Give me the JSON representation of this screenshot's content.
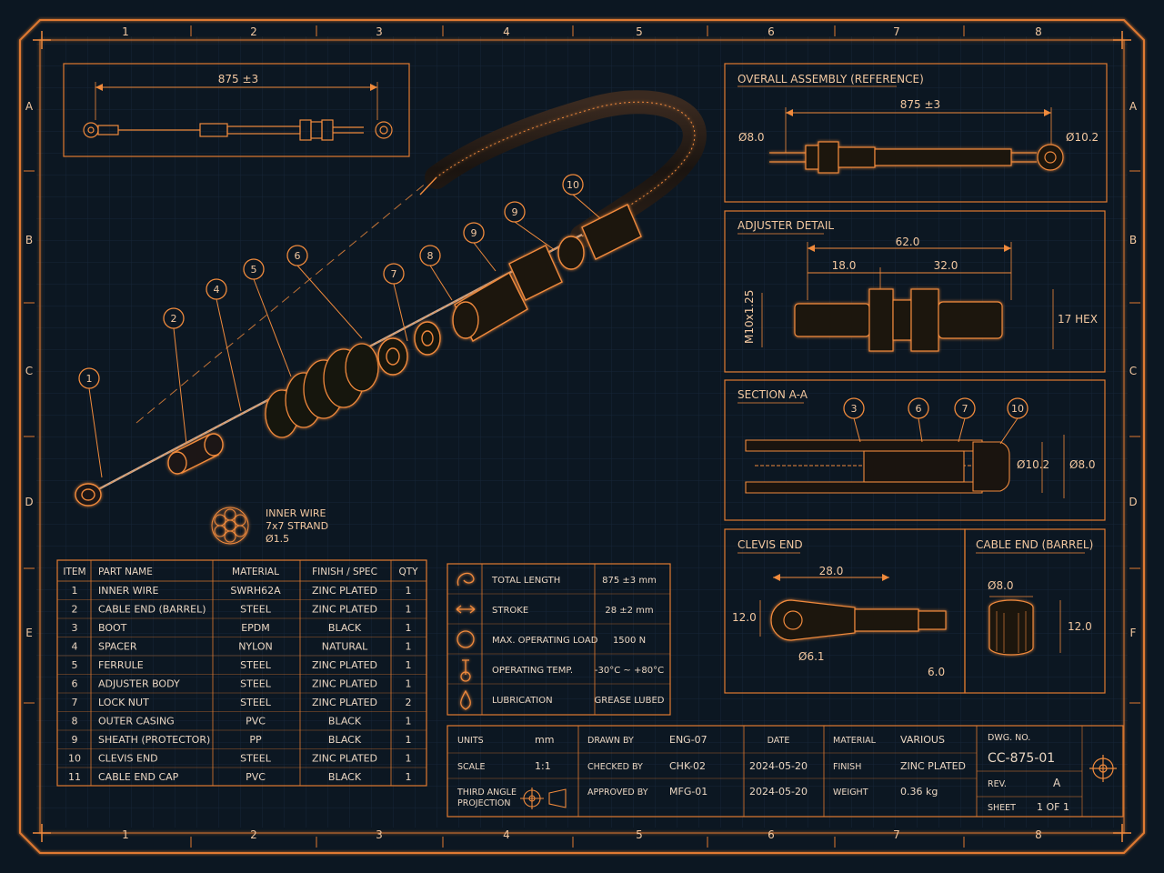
{
  "border": {
    "columns": [
      "1",
      "2",
      "3",
      "4",
      "5",
      "6",
      "7",
      "8"
    ],
    "rows_left": [
      "A",
      "B",
      "C",
      "D",
      "E"
    ],
    "rows_right": [
      "A",
      "B",
      "C",
      "D",
      "F"
    ]
  },
  "main_view": {
    "top_overview_dimension": "875 ±3",
    "balloons": [
      "1",
      "2",
      "4",
      "5",
      "6",
      "7",
      "8",
      "9",
      "9",
      "10"
    ],
    "inner_wire_note": [
      "INNER WIRE",
      "7x7 STRAND",
      "Ø1.5"
    ]
  },
  "overall_assembly": {
    "title": "OVERALL ASSEMBLY (REFERENCE)",
    "length": "875 ±3",
    "left_dia": "Ø8.0",
    "right_dia": "Ø10.2"
  },
  "adjuster_detail": {
    "title": "ADJUSTER DETAIL",
    "overall": "62.0",
    "left": "18.0",
    "right": "32.0",
    "thread": "M10x1.25",
    "hex": "17 HEX"
  },
  "section": {
    "title": "SECTION A-A",
    "balloons": [
      "3",
      "6",
      "7",
      "10"
    ],
    "inner_dia": "Ø10.2",
    "outer_dia": "Ø8.0"
  },
  "clevis": {
    "title": "CLEVIS END",
    "length": "28.0",
    "height": "12.0",
    "hole": "Ø6.1",
    "tip": "6.0"
  },
  "cable_end": {
    "title": "CABLE END (BARREL)",
    "dia": "Ø8.0",
    "length": "12.0"
  },
  "bom": {
    "headers": [
      "ITEM",
      "PART NAME",
      "MATERIAL",
      "FINISH / SPEC",
      "QTY"
    ],
    "rows": [
      [
        "1",
        "INNER WIRE",
        "SWRH62A",
        "ZINC PLATED",
        "1"
      ],
      [
        "2",
        "CABLE END (BARREL)",
        "STEEL",
        "ZINC PLATED",
        "1"
      ],
      [
        "3",
        "BOOT",
        "EPDM",
        "BLACK",
        "1"
      ],
      [
        "4",
        "SPACER",
        "NYLON",
        "NATURAL",
        "1"
      ],
      [
        "5",
        "FERRULE",
        "STEEL",
        "ZINC PLATED",
        "1"
      ],
      [
        "6",
        "ADJUSTER BODY",
        "STEEL",
        "ZINC PLATED",
        "1"
      ],
      [
        "7",
        "LOCK NUT",
        "STEEL",
        "ZINC PLATED",
        "2"
      ],
      [
        "8",
        "OUTER CASING",
        "PVC",
        "BLACK",
        "1"
      ],
      [
        "9",
        "SHEATH (PROTECTOR)",
        "PP",
        "BLACK",
        "1"
      ],
      [
        "10",
        "CLEVIS END",
        "STEEL",
        "ZINC PLATED",
        "1"
      ],
      [
        "11",
        "CABLE END CAP",
        "PVC",
        "BLACK",
        "1"
      ]
    ]
  },
  "specs": [
    {
      "icon": "cable-loop-icon",
      "label": "TOTAL LENGTH",
      "value": "875 ±3 mm"
    },
    {
      "icon": "double-arrow-icon",
      "label": "STROKE",
      "value": "28 ±2 mm"
    },
    {
      "icon": "gauge-icon",
      "label": "MAX. OPERATING LOAD",
      "value": "1500 N"
    },
    {
      "icon": "thermometer-icon",
      "label": "OPERATING TEMP.",
      "value": "-30°C ~ +80°C"
    },
    {
      "icon": "droplet-icon",
      "label": "LUBRICATION",
      "value": "GREASE LUBED"
    }
  ],
  "title_block": {
    "units_label": "UNITS",
    "units": "mm",
    "scale_label": "SCALE",
    "scale": "1:1",
    "projection": [
      "THIRD ANGLE",
      "PROJECTION"
    ],
    "drawn_label": "DRAWN BY",
    "drawn": "ENG-07",
    "checked_label": "CHECKED BY",
    "checked": "CHK-02",
    "approved_label": "APPROVED BY",
    "approved": "MFG-01",
    "date_label": "DATE",
    "date1": "2024-05-20",
    "date2": "2024-05-20",
    "material_label": "MATERIAL",
    "material": "VARIOUS",
    "finish_label": "FINISH",
    "finish": "ZINC PLATED",
    "weight_label": "WEIGHT",
    "weight": "0.36 kg",
    "dwg_label": "DWG. NO.",
    "dwg": "CC-875-01",
    "rev_label": "REV.",
    "rev": "A",
    "sheet_label": "SHEET",
    "sheet": "1 OF 1"
  }
}
